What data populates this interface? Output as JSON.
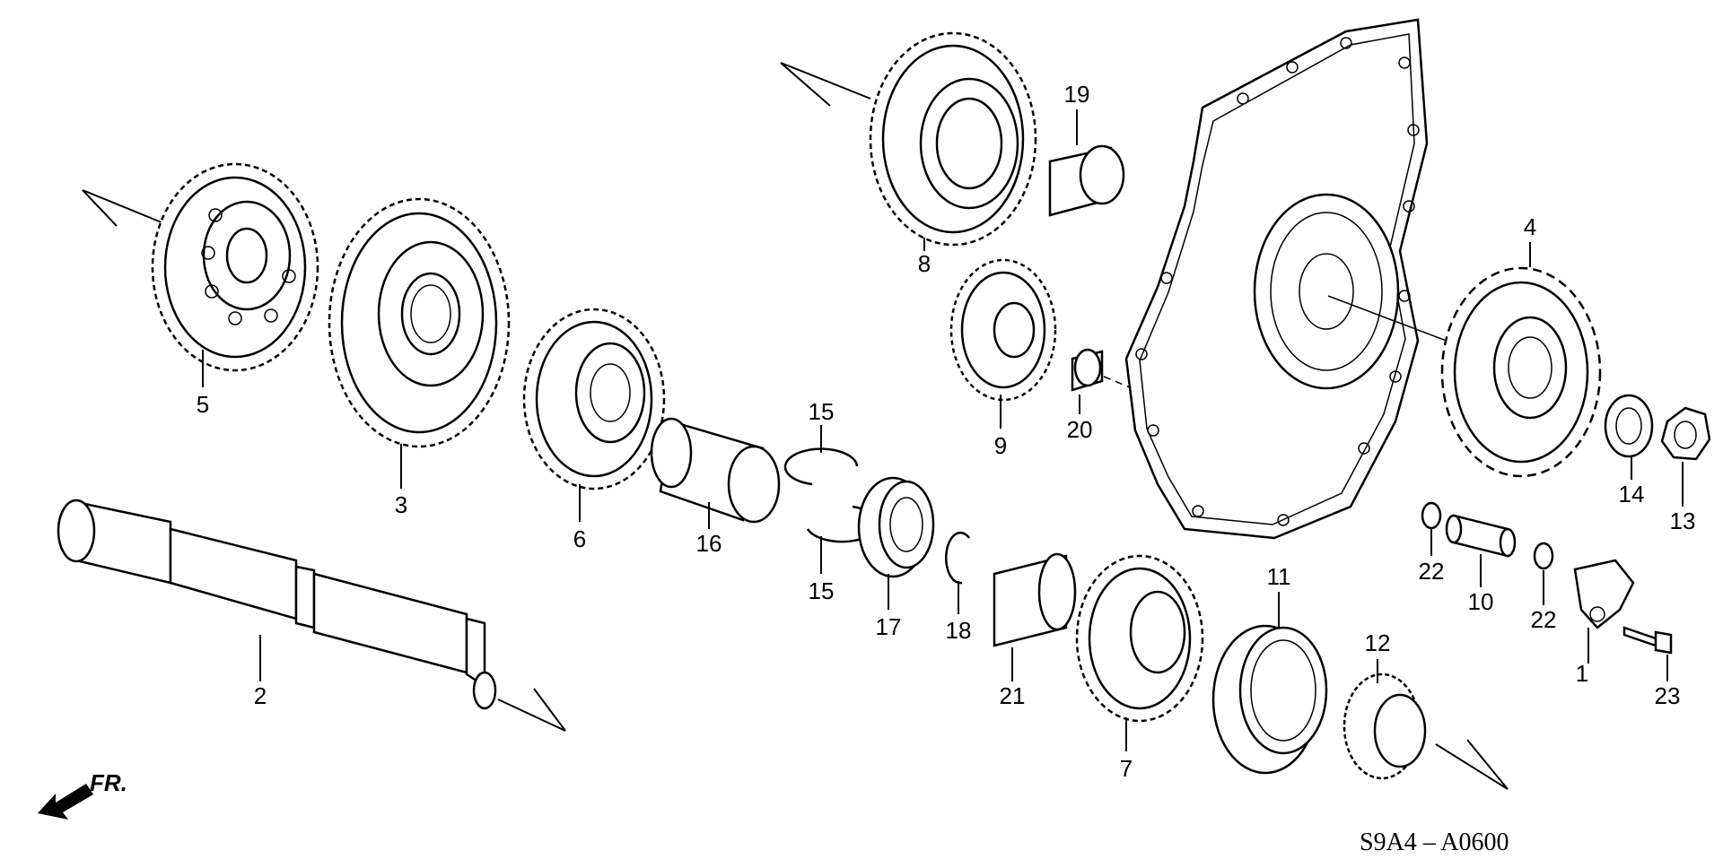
{
  "diagram": {
    "code": "S9A4 – A0600",
    "front_marker": "FR.",
    "callouts": [
      "1",
      "2",
      "3",
      "4",
      "5",
      "6",
      "7",
      "8",
      "9",
      "10",
      "11",
      "12",
      "13",
      "14",
      "15",
      "15",
      "16",
      "17",
      "18",
      "19",
      "20",
      "21",
      "22",
      "22",
      "23"
    ]
  },
  "icons": {
    "front_arrow": "arrow-left-down-icon"
  }
}
